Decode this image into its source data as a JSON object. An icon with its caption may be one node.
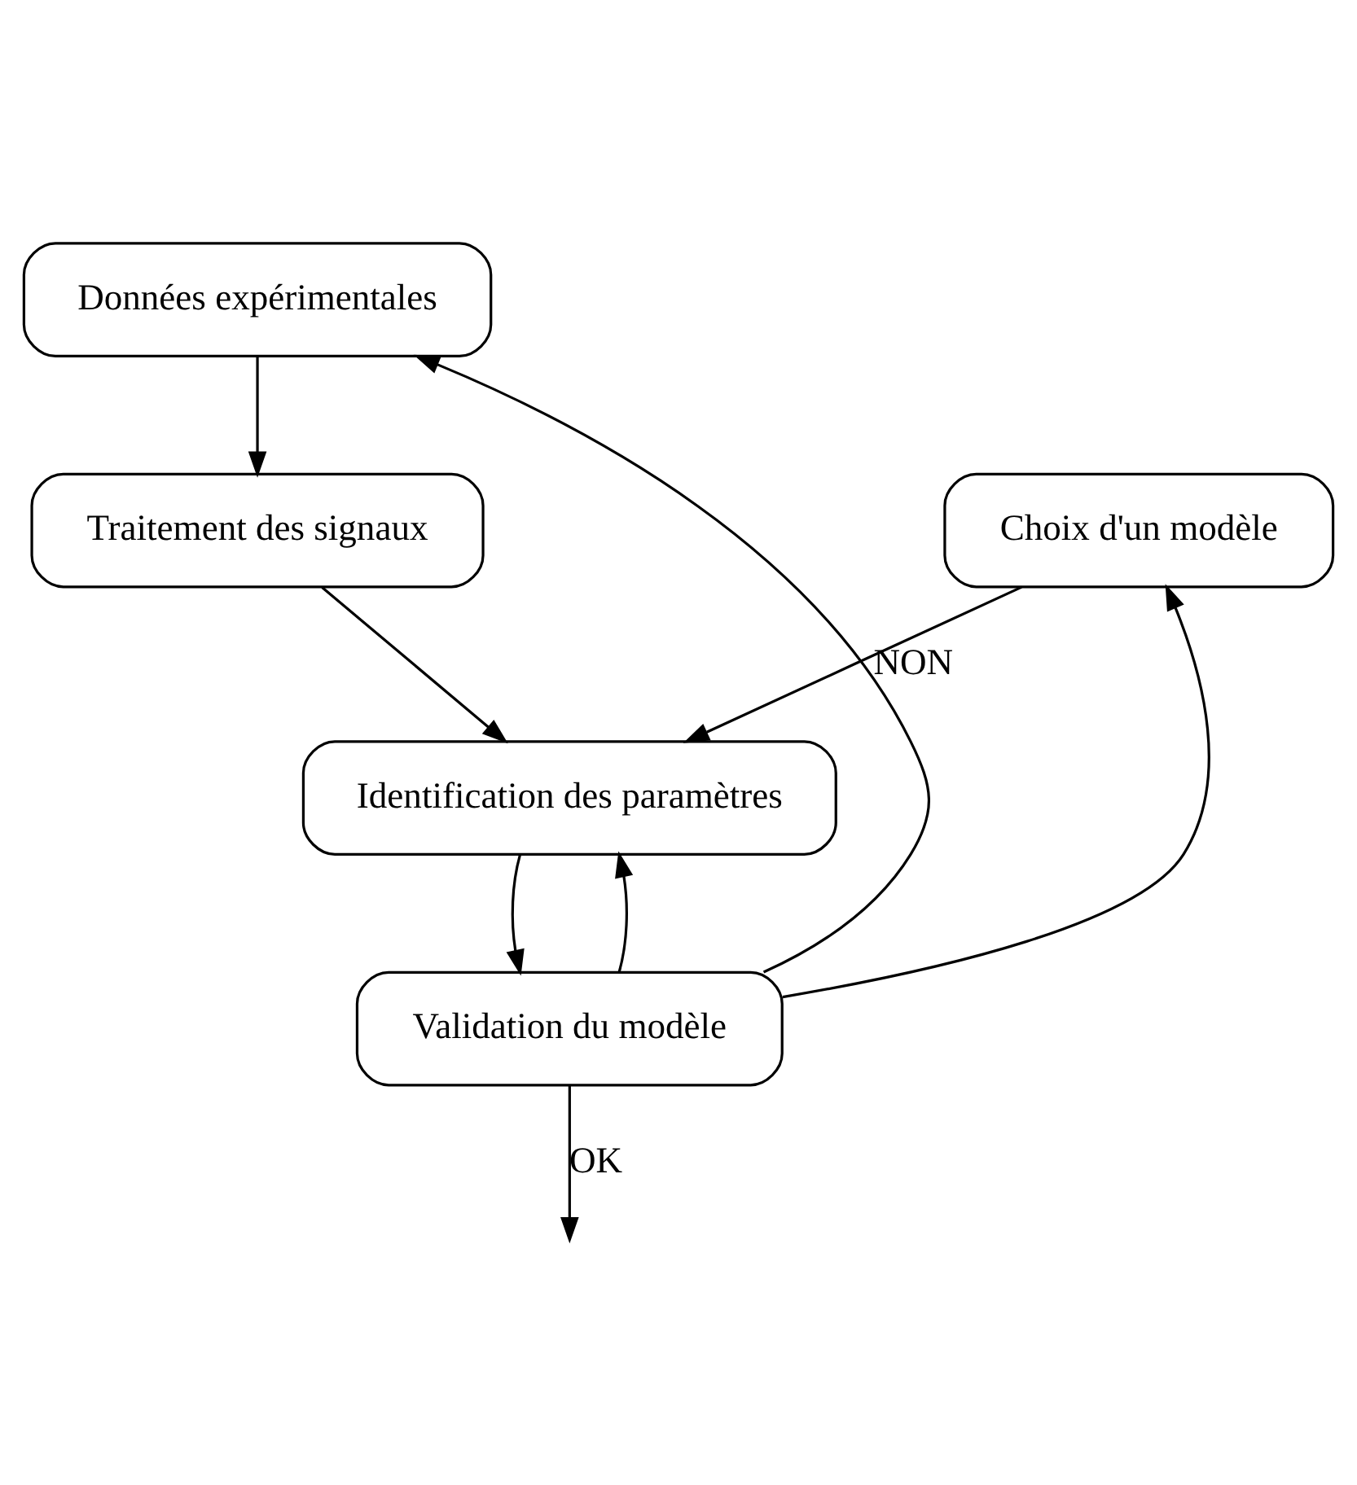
{
  "diagram": {
    "nodes": [
      {
        "text": [
          "Données expérimentales"
        ]
      },
      {
        "text": [
          "Choix d'un modèle"
        ]
      },
      {
        "text": [
          "Traitement des signaux"
        ]
      },
      {
        "text": [
          "Identification des paramètres"
        ]
      },
      {
        "text": [
          "Validation du modèle"
        ]
      }
    ],
    "edges": [
      {
        "from": 0,
        "to": 2,
        "arrow": "to"
      },
      {
        "from": 2,
        "to": 3,
        "arrow": "to"
      },
      {
        "from": 1,
        "to": 3,
        "arrow": "to"
      },
      {
        "from": 3,
        "to": 4,
        "arrow": "to"
      },
      {
        "from": 4,
        "to": null,
        "label": "OK",
        "arrow": "to"
      },
      {
        "from": 4,
        "to": 0,
        "label": "NON",
        "arrow": "to"
      },
      {
        "from": 4,
        "to": 1,
        "arrow": "to"
      },
      {
        "from": 4,
        "to": 3,
        "arrow": "to"
      }
    ]
  }
}
